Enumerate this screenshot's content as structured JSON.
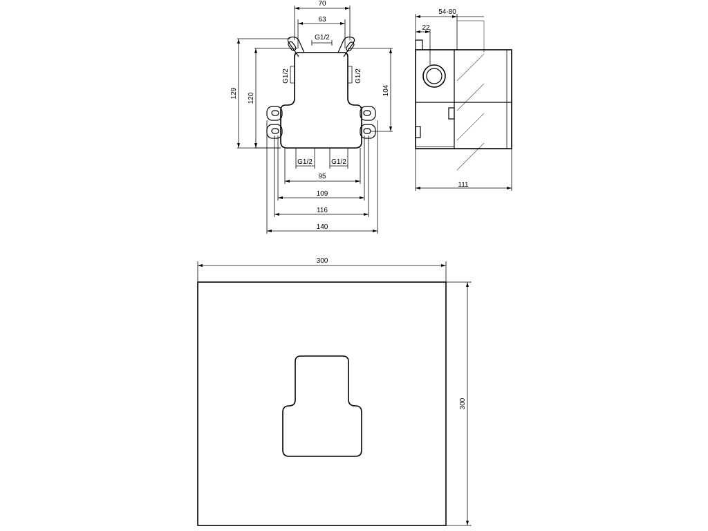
{
  "front_view": {
    "top_dims": [
      "70",
      "63",
      "G1/2"
    ],
    "left_dims": [
      "129",
      "120"
    ],
    "side_port_labels": [
      "G1/2",
      "G1/2"
    ],
    "right_dim": "104",
    "bottom_ports": [
      "G1/2",
      "G1/2"
    ],
    "bottom_dims": [
      "95",
      "109",
      "116",
      "140"
    ]
  },
  "side_view": {
    "depth_range": "54-80",
    "offset": "22",
    "total_depth": "111"
  },
  "cover_plate": {
    "width": "300",
    "height": "300"
  }
}
